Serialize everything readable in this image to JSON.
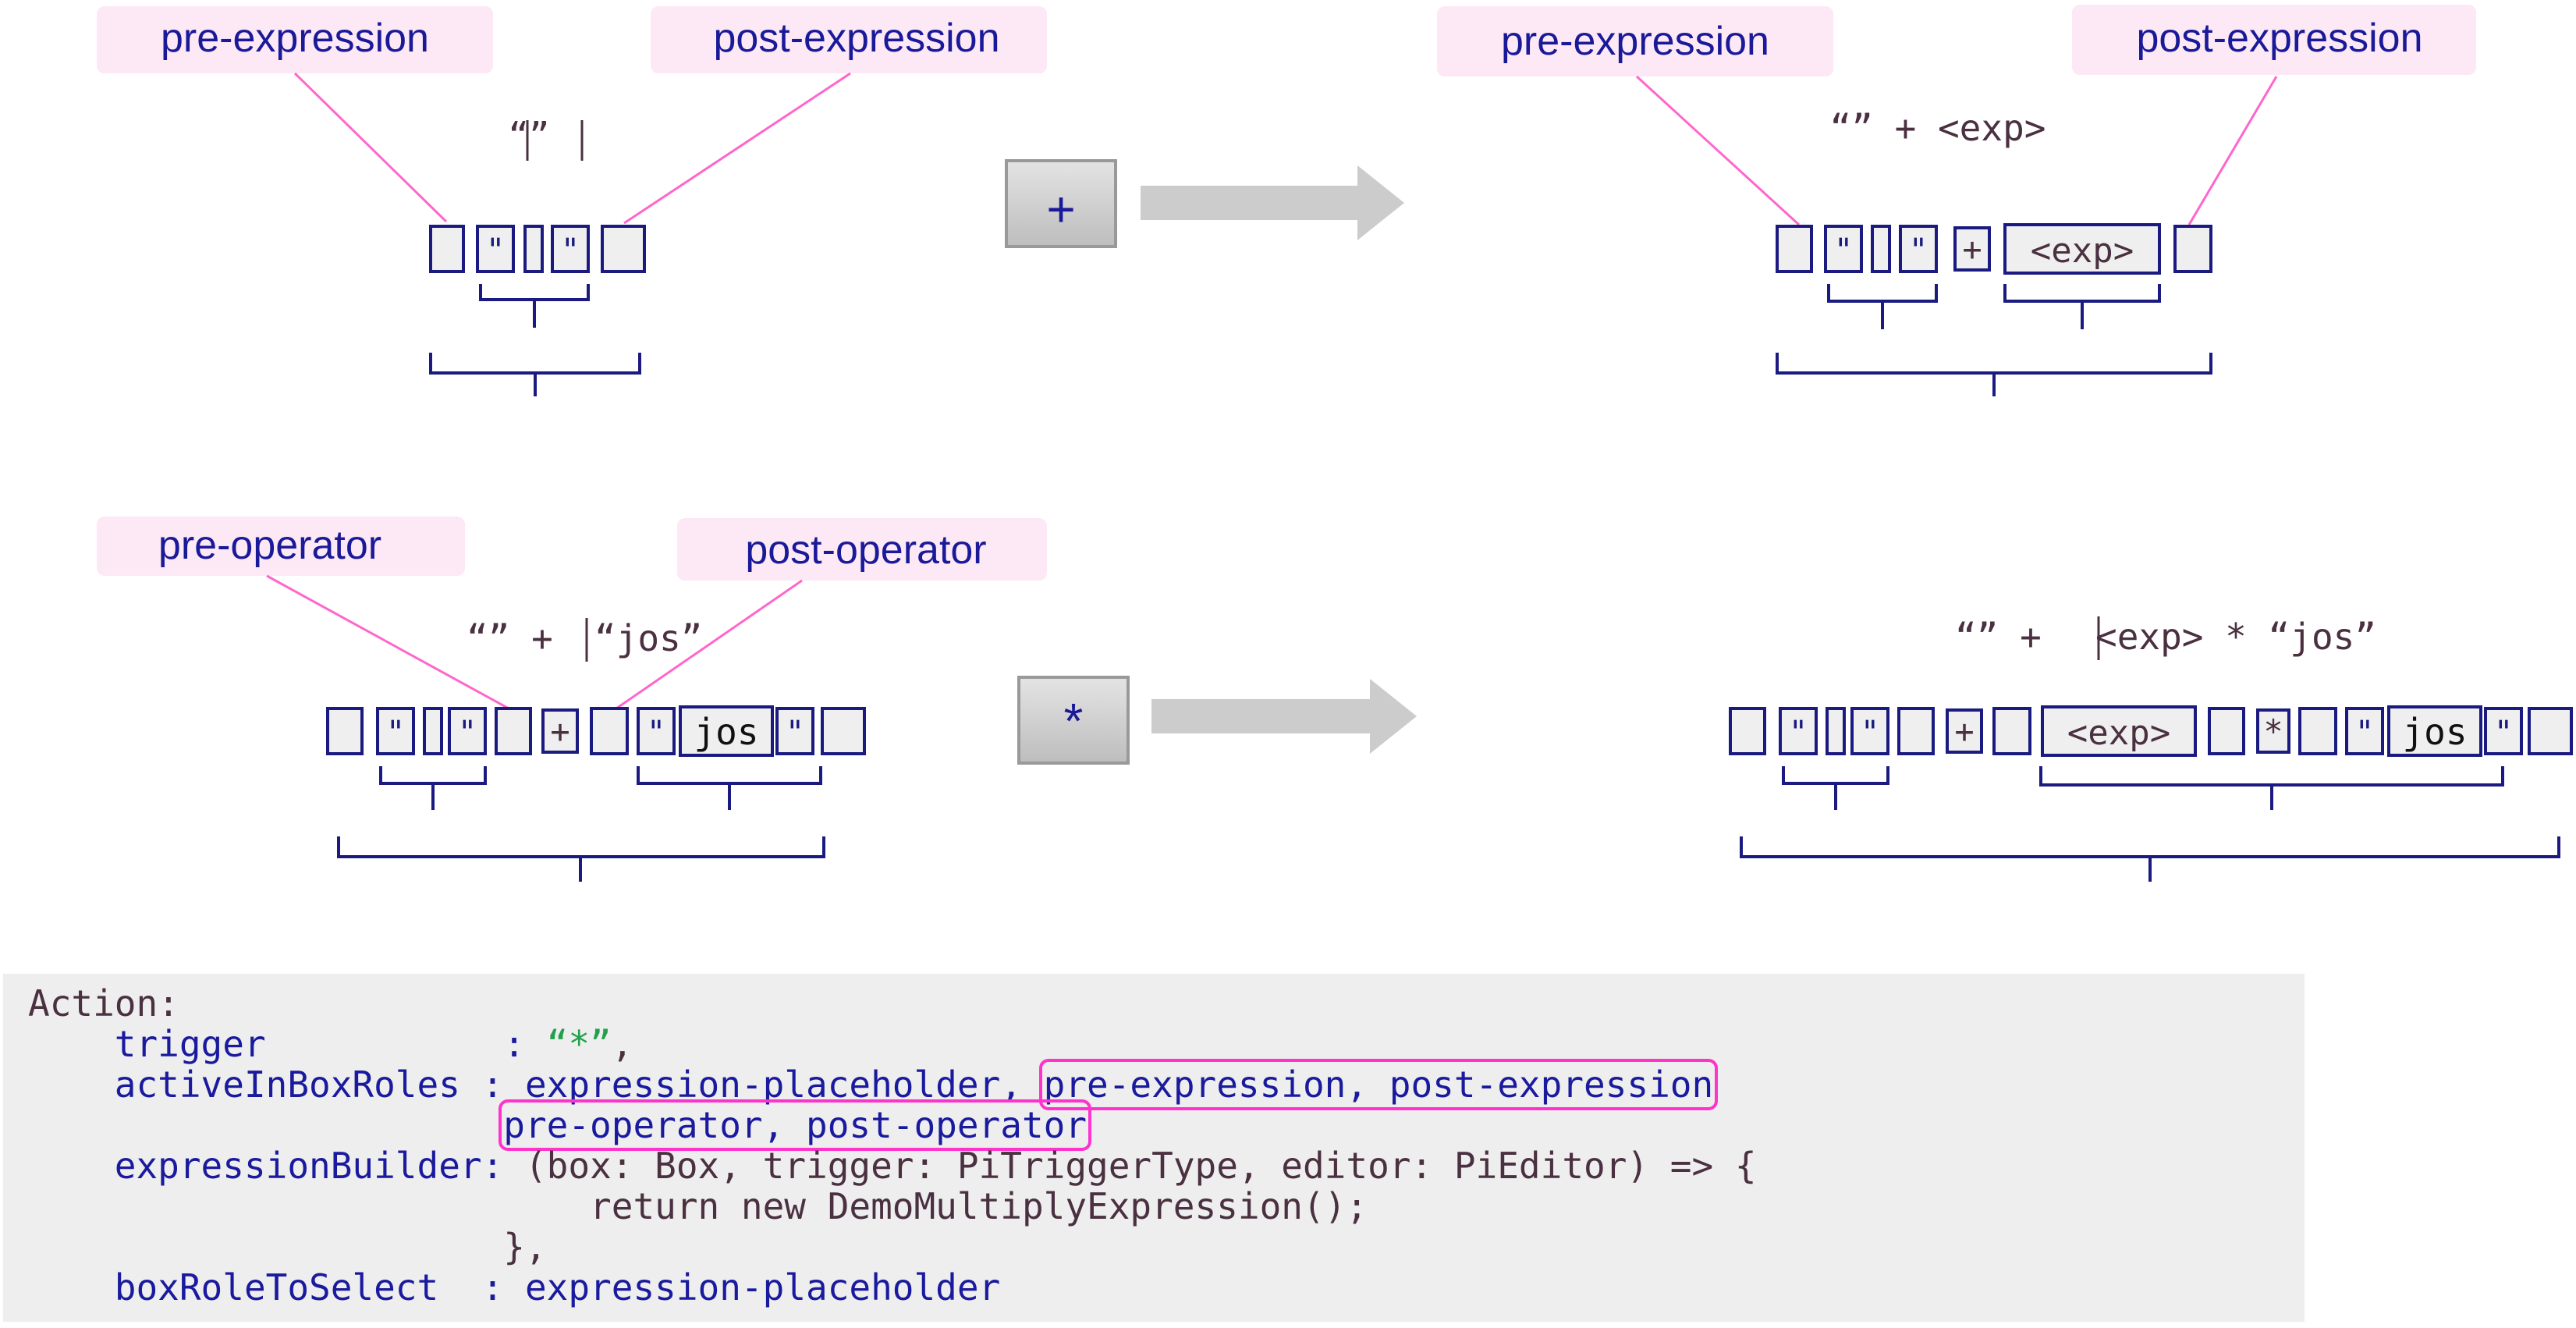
{
  "labels": {
    "tl_pre": "pre-expression",
    "tl_post": "post-expression",
    "tr_pre": "pre-expression",
    "tr_post": "post-expression",
    "bl_pre": "pre-operator",
    "bl_post": "post-operator"
  },
  "texts": {
    "tl_quotes": "“”",
    "tr_expr": "“” + <exp>",
    "bl_expr_a": "“” +",
    "bl_expr_b": "“jos”",
    "br_expr_a": "“” +",
    "br_expr_b": "<exp> * “jos”"
  },
  "glyphs": {
    "quote": "\"",
    "plus": "+",
    "times": "*",
    "exp": "<exp>",
    "jos": "jos"
  },
  "keys": {
    "top": "+",
    "bottom": "*"
  },
  "code": {
    "l1_a": "Action:",
    "l2_a": "    trigger           : ",
    "l2_b": "“*”",
    "l2_c": ",",
    "l3_a": "    activeInBoxRoles : ",
    "l3_b": "expression-placeholder, ",
    "l3_c": "pre-expression, post-expression",
    "l4_a": "                      ",
    "l4_b": "pre-operator, post-operator",
    "l5_a": "    expressionBuilder: ",
    "l5_b": "(box: Box, trigger: PiTriggerType, editor: PiEditor) => {",
    "l6_a": "                          return new DemoMultiplyExpression();",
    "l7_a": "                      },",
    "l8_a": "    boxRoleToSelect  : ",
    "l8_b": "expression-placeholder"
  },
  "colors": {
    "box": "#1a1a80",
    "pink": "#ff66cc",
    "label_bg": "#fde8f6",
    "arrow": "#cccccc",
    "code_bg": "#eeeeee"
  }
}
